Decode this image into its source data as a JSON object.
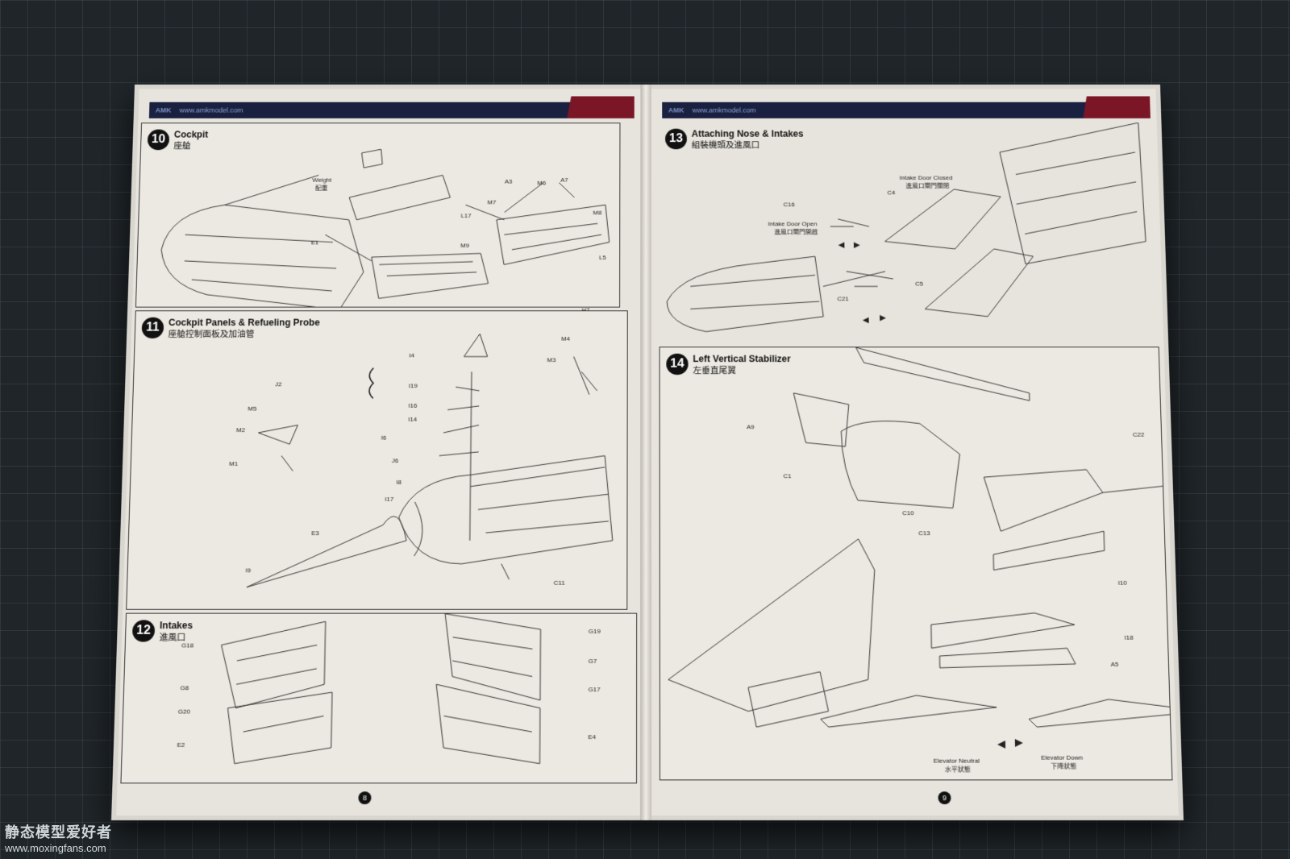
{
  "header": {
    "logo": "AMK",
    "url": "www.amkmodel.com"
  },
  "left_page": {
    "page_number": "8",
    "steps": [
      {
        "number": "10",
        "title_en": "Cockpit",
        "title_cn": "座艙",
        "labels": [
          "Weight",
          "配重",
          "E1",
          "A3",
          "M6",
          "A7",
          "M7",
          "L17",
          "M8",
          "M9",
          "L5",
          "H7"
        ]
      },
      {
        "number": "11",
        "title_en": "Cockpit Panels & Refueling Probe",
        "title_cn": "座艙控制面板及加油管",
        "labels": [
          "J2",
          "M5",
          "M2",
          "M1",
          "I4",
          "I19",
          "I16",
          "I14",
          "I6",
          "J6",
          "I8",
          "I17",
          "M4",
          "M3",
          "E3",
          "I9",
          "C11"
        ]
      },
      {
        "number": "12",
        "title_en": "Intakes",
        "title_cn": "進風口",
        "labels": [
          "G18",
          "G8",
          "G20",
          "E2",
          "G19",
          "G7",
          "G17",
          "E4"
        ]
      }
    ]
  },
  "right_page": {
    "page_number": "9",
    "steps": [
      {
        "number": "13",
        "title_en": "Attaching Nose & Intakes",
        "title_cn": "組裝機頭及進風口",
        "labels": [
          "Intake Door Closed",
          "進風口閘門關閉",
          "Intake Door Open",
          "進風口閘門開啟",
          "C16",
          "C4",
          "C21",
          "C5"
        ]
      },
      {
        "number": "14",
        "title_en": "Left Vertical Stabilizer",
        "title_cn": "左垂直尾翼",
        "labels": [
          "A9",
          "C22",
          "C1",
          "C10",
          "C13",
          "I10",
          "I18",
          "A5",
          "Elevator Neutral",
          "水平狀態",
          "Elevator Down",
          "下降狀態"
        ]
      }
    ]
  },
  "watermark": {
    "cn": "静态模型爱好者",
    "url": "www.moxingfans.com"
  }
}
